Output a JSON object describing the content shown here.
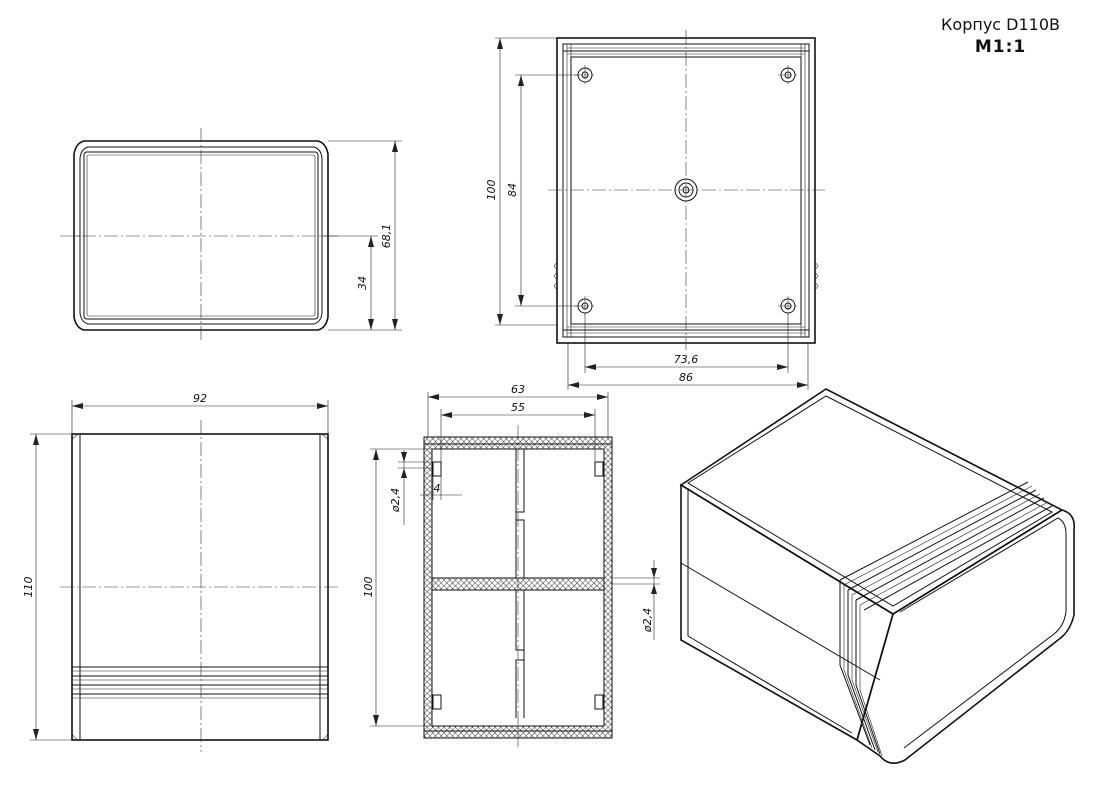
{
  "title": {
    "line1": "Корпус D110B",
    "line2": "M1:1"
  },
  "dimensions": {
    "front_height": "68,1",
    "front_half_height": "34",
    "top_height": "100",
    "top_hole_spacing_v": "84",
    "top_hole_spacing_h": "73,6",
    "top_width": "86",
    "side_width": "92",
    "side_height": "110",
    "section_width": "63",
    "section_inner_width": "55",
    "section_height": "100",
    "section_slot": "4",
    "section_wall_left": "ø2,4",
    "section_wall_right": "ø2,4"
  }
}
